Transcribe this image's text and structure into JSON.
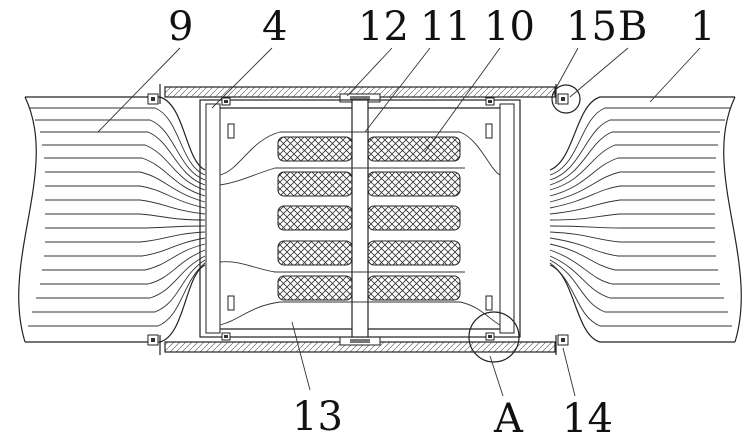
{
  "labels": {
    "l9": "9",
    "l4": "4",
    "l12": "12",
    "l11": "11",
    "l10": "10",
    "l15": "15",
    "lB": "B",
    "l1": "1",
    "l13": "13",
    "lA": "A",
    "l14": "14"
  }
}
